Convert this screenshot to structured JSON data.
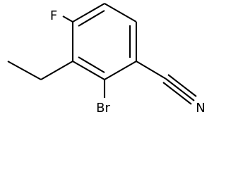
{
  "molecule": {
    "atoms": {
      "fluorine": "F",
      "bromine": "Br",
      "nitrogen": "N"
    }
  }
}
